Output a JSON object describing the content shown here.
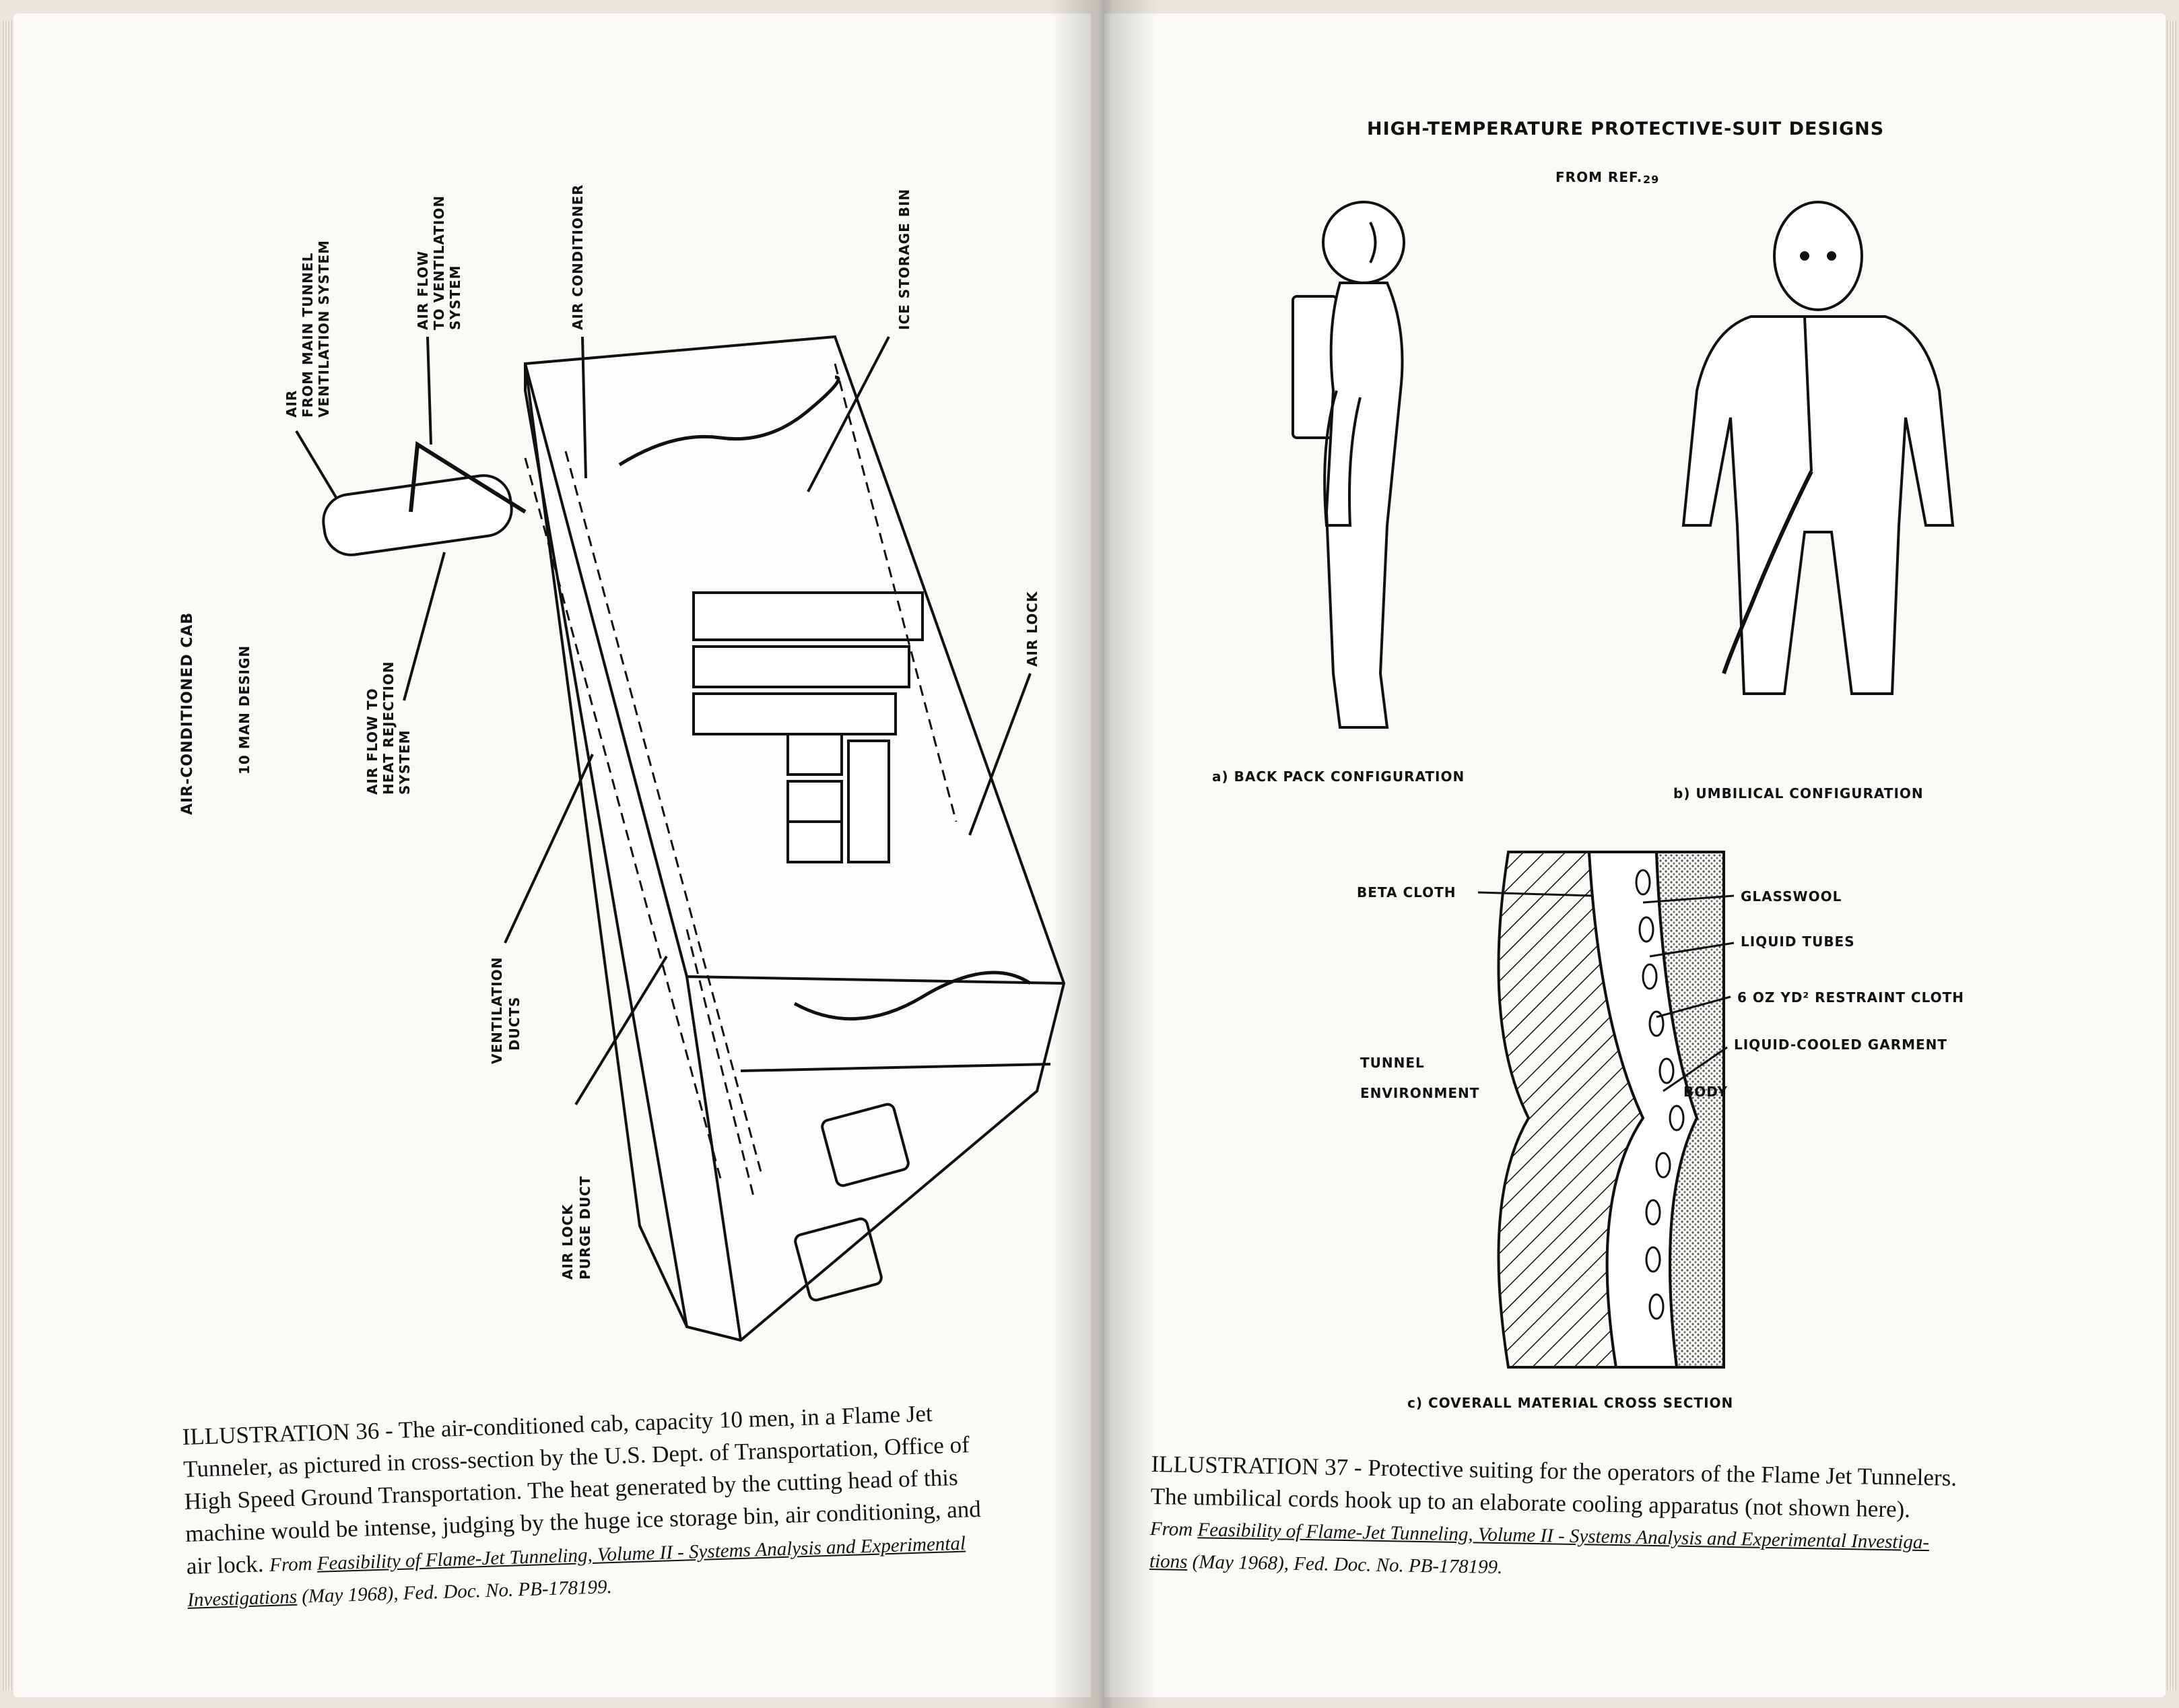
{
  "left_page": {
    "figure": {
      "title": "AIR-CONDITIONED CAB",
      "subtitle": "10 MAN DESIGN",
      "labels": {
        "air_from_main_tunnel": [
          "AIR",
          "FROM MAIN TUNNEL",
          "VENTILATION SYSTEM"
        ],
        "air_flow_to_ventilation": [
          "AIR FLOW",
          "TO VENTILATION",
          "SYSTEM"
        ],
        "air_conditioner": "AIR CONDITIONER",
        "ice_storage_bin": "ICE STORAGE BIN",
        "air_lock": "AIR LOCK",
        "air_flow_to_heat_rejection": [
          "AIR FLOW TO",
          "HEAT REJECTION",
          "SYSTEM"
        ],
        "ventilation_ducts": [
          "VENTILATION",
          "DUCTS"
        ],
        "air_lock_purge_duct": [
          "AIR LOCK",
          "PURGE DUCT"
        ]
      }
    },
    "caption": {
      "lines": [
        "ILLUSTRATION 36 - The air-conditioned cab, capacity 10 men, in a  Flame Jet",
        "Tunneler, as pictured in cross-section by the U.S. Dept. of Transportation, Office of",
        "High Speed Ground Transportation. The heat generated by the cutting head of this",
        "machine would be intense, judging by the huge ice storage bin, air conditioning, and"
      ],
      "last_line_start": "air lock.",
      "ref_from": "From",
      "ref_title_1": "Feasibility of Flame-Jet Tunneling, Volume II - Systems Analysis and Experimental",
      "ref_title_2": "Investigations",
      "ref_tail": "(May 1968), Fed. Doc. No. PB-178199."
    }
  },
  "right_page": {
    "figure": {
      "title": "HIGH-TEMPERATURE PROTECTIVE-SUIT DESIGNS",
      "from_ref": "FROM REF.",
      "ref_num": "29",
      "caption_a": "a) BACK PACK CONFIGURATION",
      "caption_b": "b) UMBILICAL CONFIGURATION",
      "caption_c": "c) COVERALL MATERIAL CROSS SECTION",
      "labels": {
        "beta_cloth": "BETA CLOTH",
        "glasswool": "GLASSWOOL",
        "liquid_tubes": "LIQUID TUBES",
        "restraint_cloth": "6 OZ YD² RESTRAINT CLOTH",
        "liquid_cooled_garment": "LIQUID-COOLED GARMENT",
        "tunnel": "TUNNEL",
        "environment": "ENVIRONMENT",
        "body": "BODY"
      }
    },
    "caption": {
      "line1": "ILLUSTRATION 37 - Protective suiting for the operators of the Flame Jet Tunnelers.",
      "line2": "The umbilical cords hook up to an elaborate cooling apparatus (not shown here).",
      "ref_from": "From",
      "ref_title_1": "Feasibility of Flame-Jet Tunneling, Volume II - Systems Analysis and Experimental Investiga-",
      "ref_title_2": "tions",
      "ref_tail": "(May 1968), Fed. Doc. No. PB-178199."
    }
  }
}
